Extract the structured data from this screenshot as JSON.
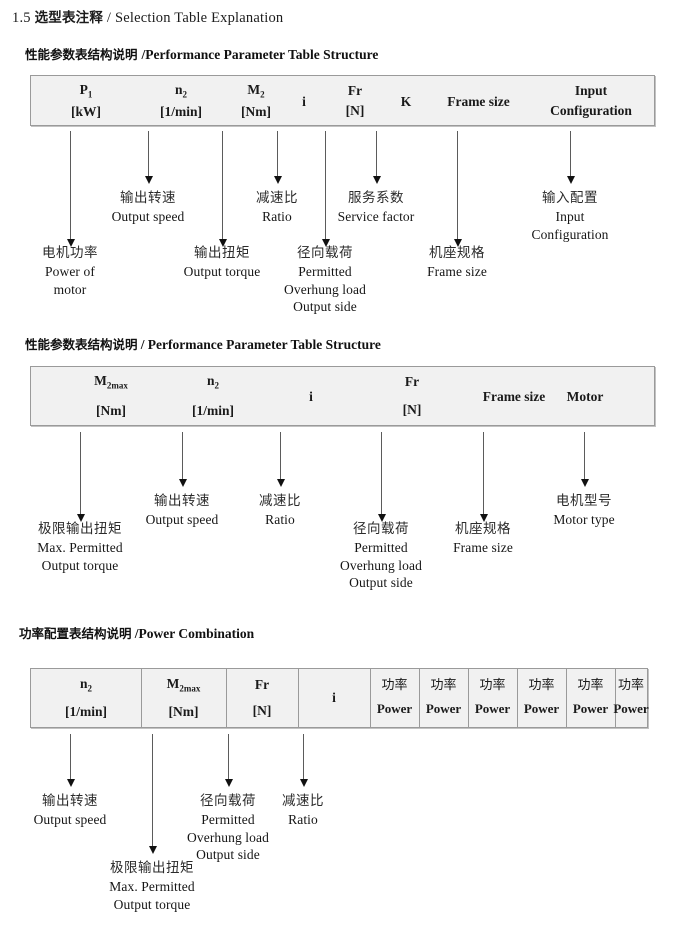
{
  "document": {
    "section_number": "1.5",
    "section_title_cn": "选型表注释",
    "section_title_sep": "/",
    "section_title_en": "Selection Table Explanation"
  },
  "blocks": [
    {
      "id": "performance-1",
      "heading_cn": "性能参数表结构说明",
      "heading_sep": "/",
      "heading_en": "Performance Parameter Table Structure",
      "columns": [
        {
          "name": "p1",
          "sym": "P",
          "symsub": "1",
          "unit": "[kW]"
        },
        {
          "name": "n2",
          "sym": "n",
          "symsub": "2",
          "unit": "[1/min]"
        },
        {
          "name": "m2",
          "sym": "M",
          "symsub": "2",
          "unit": "[Nm]"
        },
        {
          "name": "i",
          "sym": "i",
          "symsub": "",
          "unit": ""
        },
        {
          "name": "fr",
          "sym": "Fr",
          "symsub": "",
          "unit": "[N]"
        },
        {
          "name": "k",
          "sym": "K",
          "symsub": "",
          "unit": ""
        },
        {
          "name": "frame",
          "sym": "Frame size",
          "symsub": "",
          "unit": ""
        },
        {
          "name": "input",
          "sym": "Input",
          "symsub": "",
          "unit": "Configuration"
        }
      ],
      "annotations": [
        {
          "name": "power-of-motor",
          "cn": "电机功率",
          "en": [
            "Power of",
            "motor"
          ]
        },
        {
          "name": "output-speed",
          "cn": "输出转速",
          "en": [
            "Output speed"
          ]
        },
        {
          "name": "output-torque",
          "cn": "输出扭矩",
          "en": [
            "Output torque"
          ]
        },
        {
          "name": "ratio",
          "cn": "减速比",
          "en": [
            "Ratio"
          ]
        },
        {
          "name": "overhung-load",
          "cn": "径向载荷",
          "en": [
            "Permitted",
            "Overhung load",
            "Output side"
          ]
        },
        {
          "name": "service-factor",
          "cn": "服务系数",
          "en": [
            "Service factor"
          ]
        },
        {
          "name": "frame-size",
          "cn": "机座规格",
          "en": [
            "Frame size"
          ]
        },
        {
          "name": "input-config",
          "cn": "输入配置",
          "en": [
            "Input",
            "Configuration"
          ]
        }
      ]
    },
    {
      "id": "performance-2",
      "heading_cn": "性能参数表结构说明",
      "heading_sep": "/",
      "heading_en": "Performance Parameter Table Structure",
      "columns": [
        {
          "name": "m2max",
          "sym": "M",
          "symsub": "2max",
          "unit": "[Nm]"
        },
        {
          "name": "n2",
          "sym": "n",
          "symsub": "2",
          "unit": "[1/min]"
        },
        {
          "name": "i",
          "sym": "i",
          "symsub": "",
          "unit": ""
        },
        {
          "name": "fr",
          "sym": "Fr",
          "symsub": "",
          "unit": "[N]"
        },
        {
          "name": "frame",
          "sym": "Frame size",
          "symsub": "",
          "unit": ""
        },
        {
          "name": "motor",
          "sym": "Motor",
          "symsub": "",
          "unit": ""
        }
      ],
      "annotations": [
        {
          "name": "max-output-torque",
          "cn": "极限输出扭矩",
          "en": [
            "Max. Permitted",
            "Output  torque"
          ]
        },
        {
          "name": "output-speed",
          "cn": "输出转速",
          "en": [
            "Output speed"
          ]
        },
        {
          "name": "ratio",
          "cn": "减速比",
          "en": [
            "Ratio"
          ]
        },
        {
          "name": "overhung-load",
          "cn": "径向载荷",
          "en": [
            "Permitted",
            "Overhung load",
            "Output side"
          ]
        },
        {
          "name": "frame-size",
          "cn": "机座规格",
          "en": [
            "Frame size"
          ]
        },
        {
          "name": "motor-type",
          "cn": "电机型号",
          "en": [
            "Motor type"
          ]
        }
      ]
    },
    {
      "id": "power-combination",
      "heading_cn": "功率配置表结构说明",
      "heading_sep": "/",
      "heading_en": "Power Combination",
      "columns": [
        {
          "name": "n2",
          "sym": "n",
          "symsub": "2",
          "unit": "[1/min]"
        },
        {
          "name": "m2max",
          "sym": "M",
          "symsub": "2max",
          "unit": "[Nm]"
        },
        {
          "name": "fr",
          "sym": "Fr",
          "symsub": "",
          "unit": "[N]"
        },
        {
          "name": "i",
          "sym": "i",
          "symsub": "",
          "unit": ""
        },
        {
          "name": "power-1",
          "sym": "功率",
          "symsub": "",
          "unit": "Power"
        },
        {
          "name": "power-2",
          "sym": "功率",
          "symsub": "",
          "unit": "Power"
        },
        {
          "name": "power-3",
          "sym": "功率",
          "symsub": "",
          "unit": "Power"
        },
        {
          "name": "power-4",
          "sym": "功率",
          "symsub": "",
          "unit": "Power"
        },
        {
          "name": "power-5",
          "sym": "功率",
          "symsub": "",
          "unit": "Power"
        },
        {
          "name": "power-6",
          "sym": "功率",
          "symsub": "",
          "unit": "Power"
        }
      ],
      "annotations": [
        {
          "name": "output-speed",
          "cn": "输出转速",
          "en": [
            "Output speed"
          ]
        },
        {
          "name": "max-output-torque",
          "cn": "极限输出扭矩",
          "en": [
            "Max. Permitted",
            "Output  torque"
          ]
        },
        {
          "name": "overhung-load",
          "cn": "径向载荷",
          "en": [
            "Permitted",
            "Overhung load",
            "Output side"
          ]
        },
        {
          "name": "ratio",
          "cn": "减速比",
          "en": [
            "Ratio"
          ]
        }
      ]
    }
  ],
  "colors": {
    "table_fill": "#f1f1f1",
    "table_border": "#9a9a9a",
    "arrow": "#5b5b5b",
    "text": "#1a1a1a"
  }
}
